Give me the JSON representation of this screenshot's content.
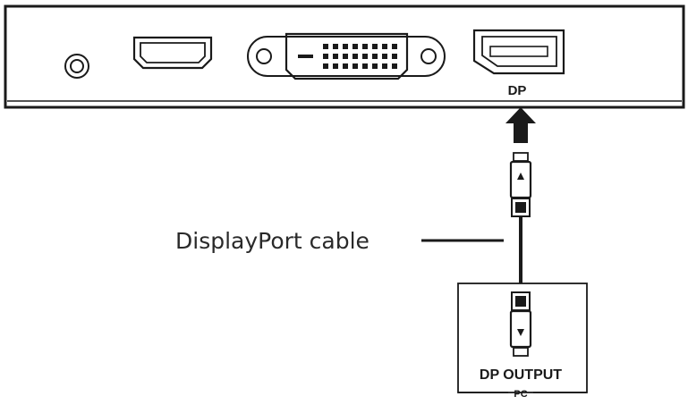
{
  "monitor": {
    "ports": [
      {
        "name": "audio",
        "icon": "audio-jack-icon"
      },
      {
        "name": "hdmi",
        "icon": "hdmi-port-icon"
      },
      {
        "name": "dvi",
        "icon": "dvi-port-icon"
      },
      {
        "name": "displayport",
        "icon": "displayport-port-icon"
      }
    ],
    "dp_label": "DP"
  },
  "cable": {
    "label": "DisplayPort cable",
    "connector_icon": "displayport-plug-icon",
    "arrow_icon": "arrow-up-icon"
  },
  "pc": {
    "output_label": "DP OUTPUT",
    "caption": "PC"
  },
  "colors": {
    "line": "#1a1a1a",
    "background": "#ffffff"
  }
}
